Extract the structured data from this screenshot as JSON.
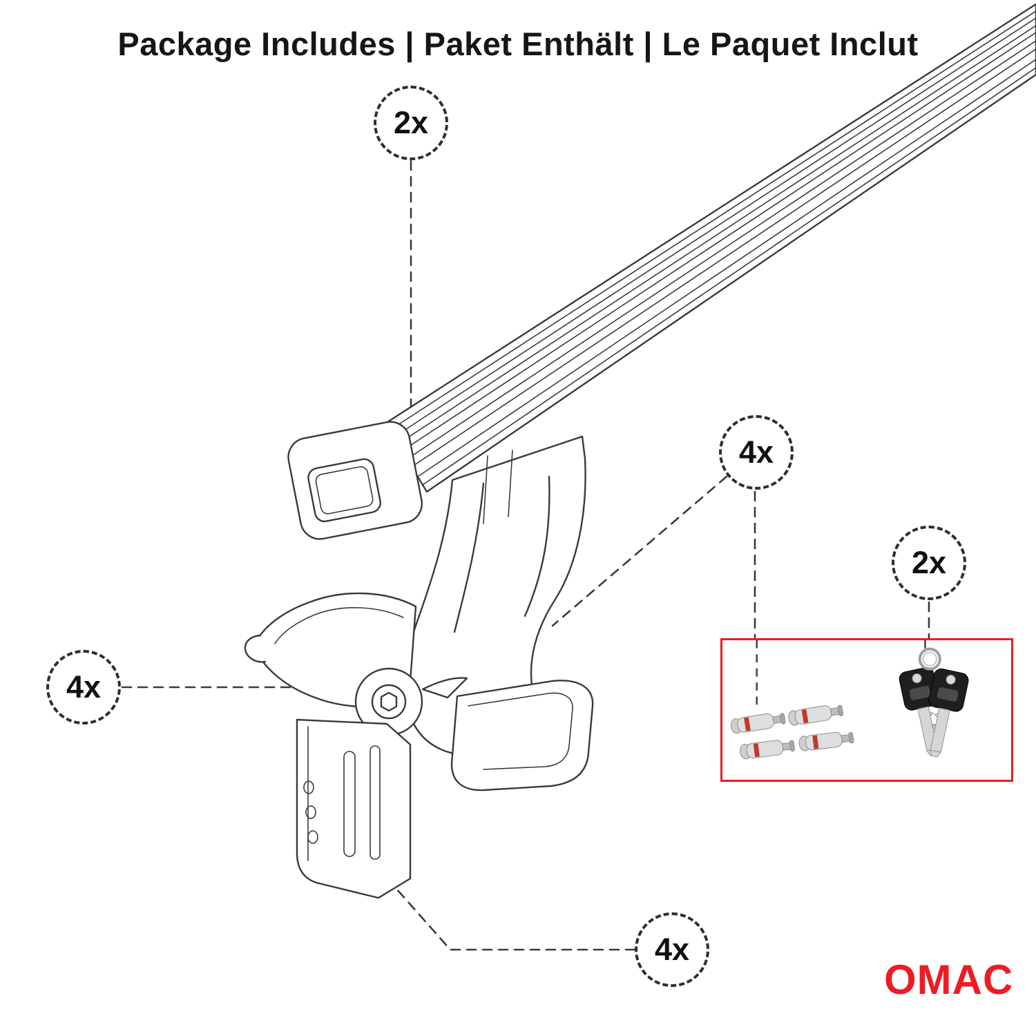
{
  "header": {
    "title": "Package Includes | Paket Enthält | Le Paquet Inclut"
  },
  "callouts": [
    {
      "id": "crossbars",
      "label": "2x"
    },
    {
      "id": "lock-bolts",
      "label": "4x"
    },
    {
      "id": "keys",
      "label": "2x"
    },
    {
      "id": "feet",
      "label": "4x"
    },
    {
      "id": "clamps",
      "label": "4x"
    }
  ],
  "parts_box": {
    "items": [
      "lock-cylinders",
      "keys"
    ]
  },
  "logo": {
    "text": "OMAC"
  },
  "colors": {
    "accent": "#ed1c24",
    "line": "#3a3a3a"
  }
}
